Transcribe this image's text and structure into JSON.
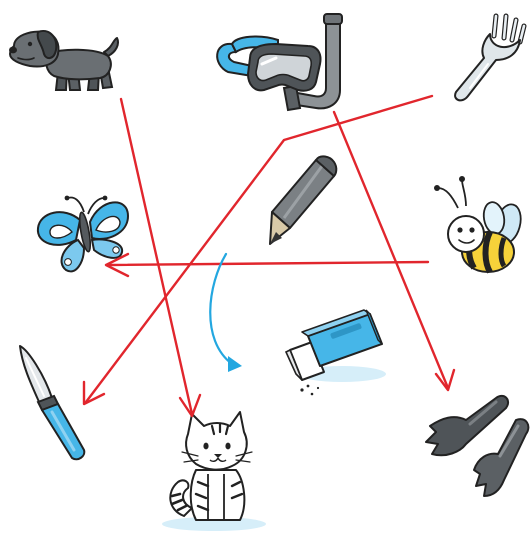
{
  "background": "#ffffff",
  "colors": {
    "arrow_red": "#e1262d",
    "arrow_blue": "#23a7e0",
    "ink": "#222222",
    "dark_grey": "#4f5458",
    "mid_grey": "#7b8084",
    "light_grey": "#b9bec2",
    "sky_blue": "#46b6e8",
    "pale_blue": "#d6eef9",
    "yellow": "#f6d23a",
    "white": "#ffffff"
  },
  "items": [
    {
      "id": "dog",
      "icon": "dog-icon"
    },
    {
      "id": "diving-mask",
      "icon": "diving-mask-snorkel-icon"
    },
    {
      "id": "fork",
      "icon": "fork-icon"
    },
    {
      "id": "butterfly",
      "icon": "butterfly-icon"
    },
    {
      "id": "pencil",
      "icon": "pencil-icon"
    },
    {
      "id": "bee",
      "icon": "bee-icon"
    },
    {
      "id": "eraser",
      "icon": "eraser-icon"
    },
    {
      "id": "knife",
      "icon": "knife-icon"
    },
    {
      "id": "cat",
      "icon": "cat-icon"
    },
    {
      "id": "flippers",
      "icon": "flippers-icon"
    }
  ],
  "connections": [
    {
      "from": "dog",
      "to": "cat",
      "color": "red"
    },
    {
      "from": "diving-mask",
      "to": "flippers",
      "color": "red"
    },
    {
      "from": "fork",
      "to": "knife",
      "color": "red"
    },
    {
      "from": "bee",
      "to": "butterfly",
      "color": "red"
    },
    {
      "from": "pencil",
      "to": "eraser",
      "color": "blue"
    }
  ]
}
